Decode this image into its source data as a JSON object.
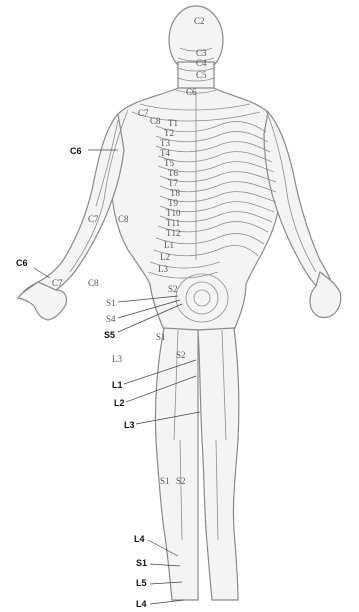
{
  "labels": {
    "c2_head": "C2",
    "c3": "C3",
    "c4": "C4",
    "c5": "C5",
    "c6_neck": "C6",
    "c7_back": "C7",
    "c8_back": "C8",
    "t1": "T1",
    "t2": "T2",
    "t3": "T3",
    "t4": "T4",
    "t5": "T5",
    "t6": "T6",
    "t7": "T7",
    "t8": "T8",
    "t9": "T9",
    "t10": "T10",
    "t11": "T11",
    "t12": "T12",
    "l1_back": "L1",
    "l2_back": "L2",
    "l3_back": "L3",
    "s1_sacral": "S1",
    "s2_sacral": "S2",
    "s4_sacral": "S4",
    "s5_sacral": "S5",
    "c6_arm": "C6",
    "c7_arm": "C7",
    "c8_arm": "C8",
    "c6_hand": "C6",
    "c7_hand": "C7",
    "c8_hand": "C8",
    "l3_thigh": "L3",
    "s1_thigh": "S1",
    "s2_thigh": "S2",
    "l1_thigh": "L1",
    "l2_thigh": "L2",
    "l3_knee": "L3",
    "s1_calf": "S1",
    "s2_calf": "S2",
    "l4_ankle": "L4",
    "s1_ankle": "S1",
    "l5_ankle": "L5",
    "l4_foot": "L4"
  }
}
